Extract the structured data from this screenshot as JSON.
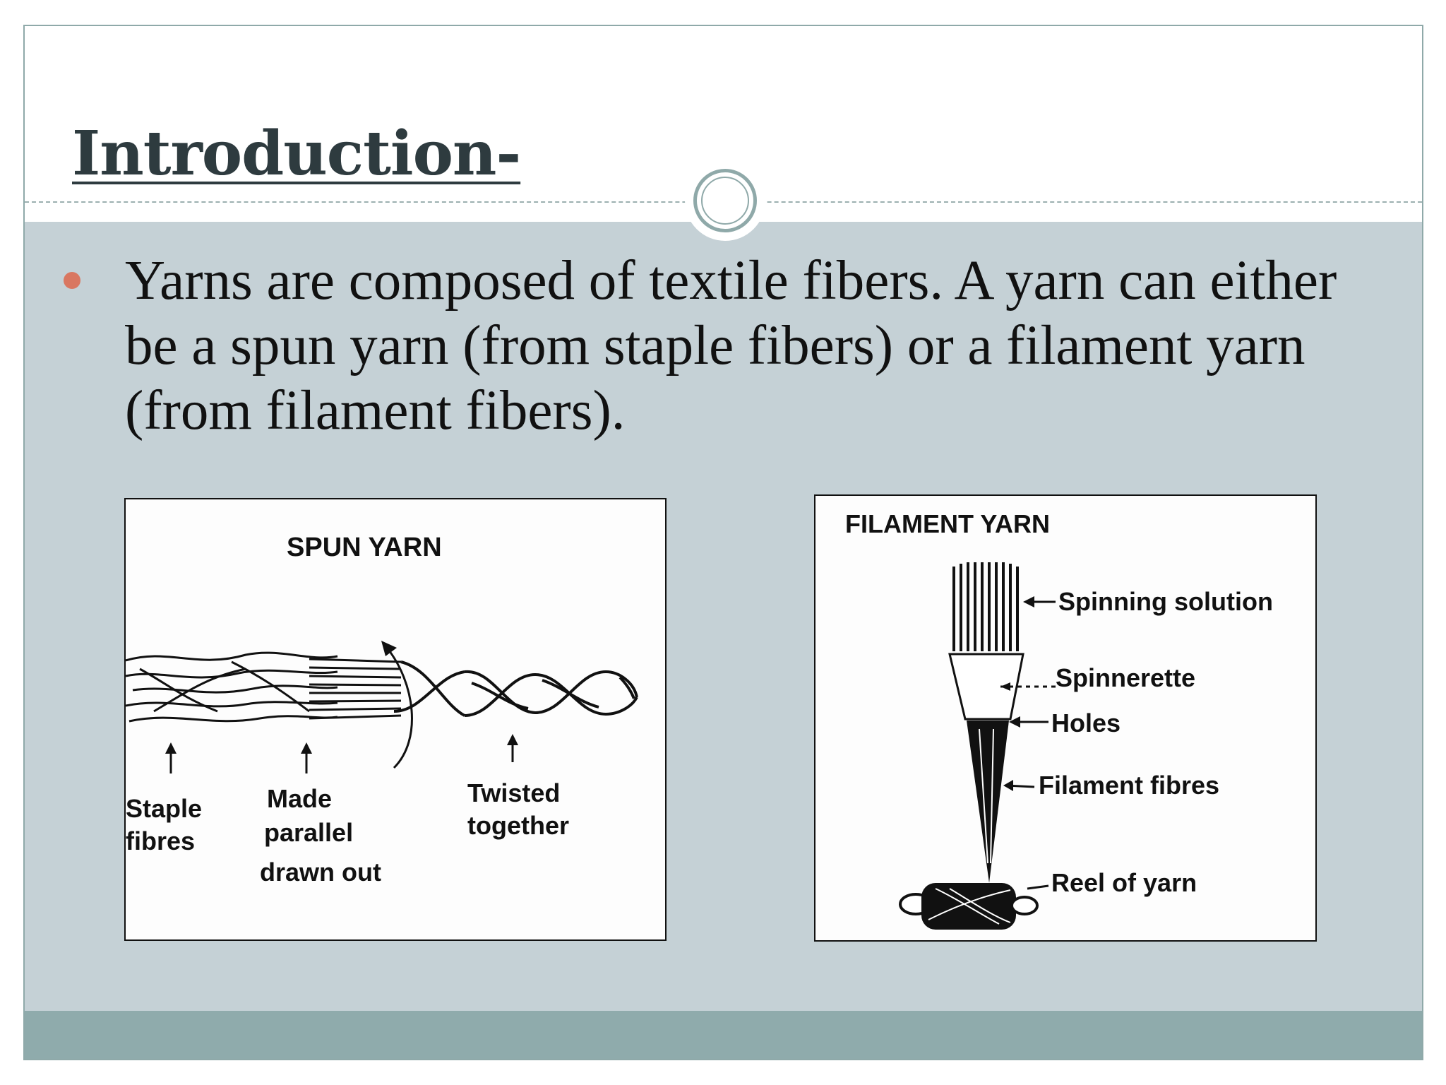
{
  "slide": {
    "title": "Introduction-",
    "bullet": "Yarns are composed of textile fibers. A yarn can either be a spun yarn (from staple fibers) or a filament yarn (from filament fibers)."
  },
  "spun_yarn": {
    "heading": "SPUN YARN",
    "labels": {
      "staple_1": "Staple",
      "staple_2": "fibres",
      "parallel_1": "Made",
      "parallel_2": "parallel",
      "parallel_3": "drawn out",
      "twisted_1": "Twisted",
      "twisted_2": "together"
    }
  },
  "filament_yarn": {
    "heading": "FILAMENT YARN",
    "labels": {
      "spinning_solution": "Spinning solution",
      "spinnerette": "Spinnerette",
      "holes": "Holes",
      "filament_fibres": "Filament fibres",
      "reel": "Reel of yarn"
    }
  },
  "colors": {
    "content_band": "#c5d1d6",
    "footer_band": "#8fabac",
    "bullet": "#d97761",
    "title": "#2e3b3f"
  }
}
